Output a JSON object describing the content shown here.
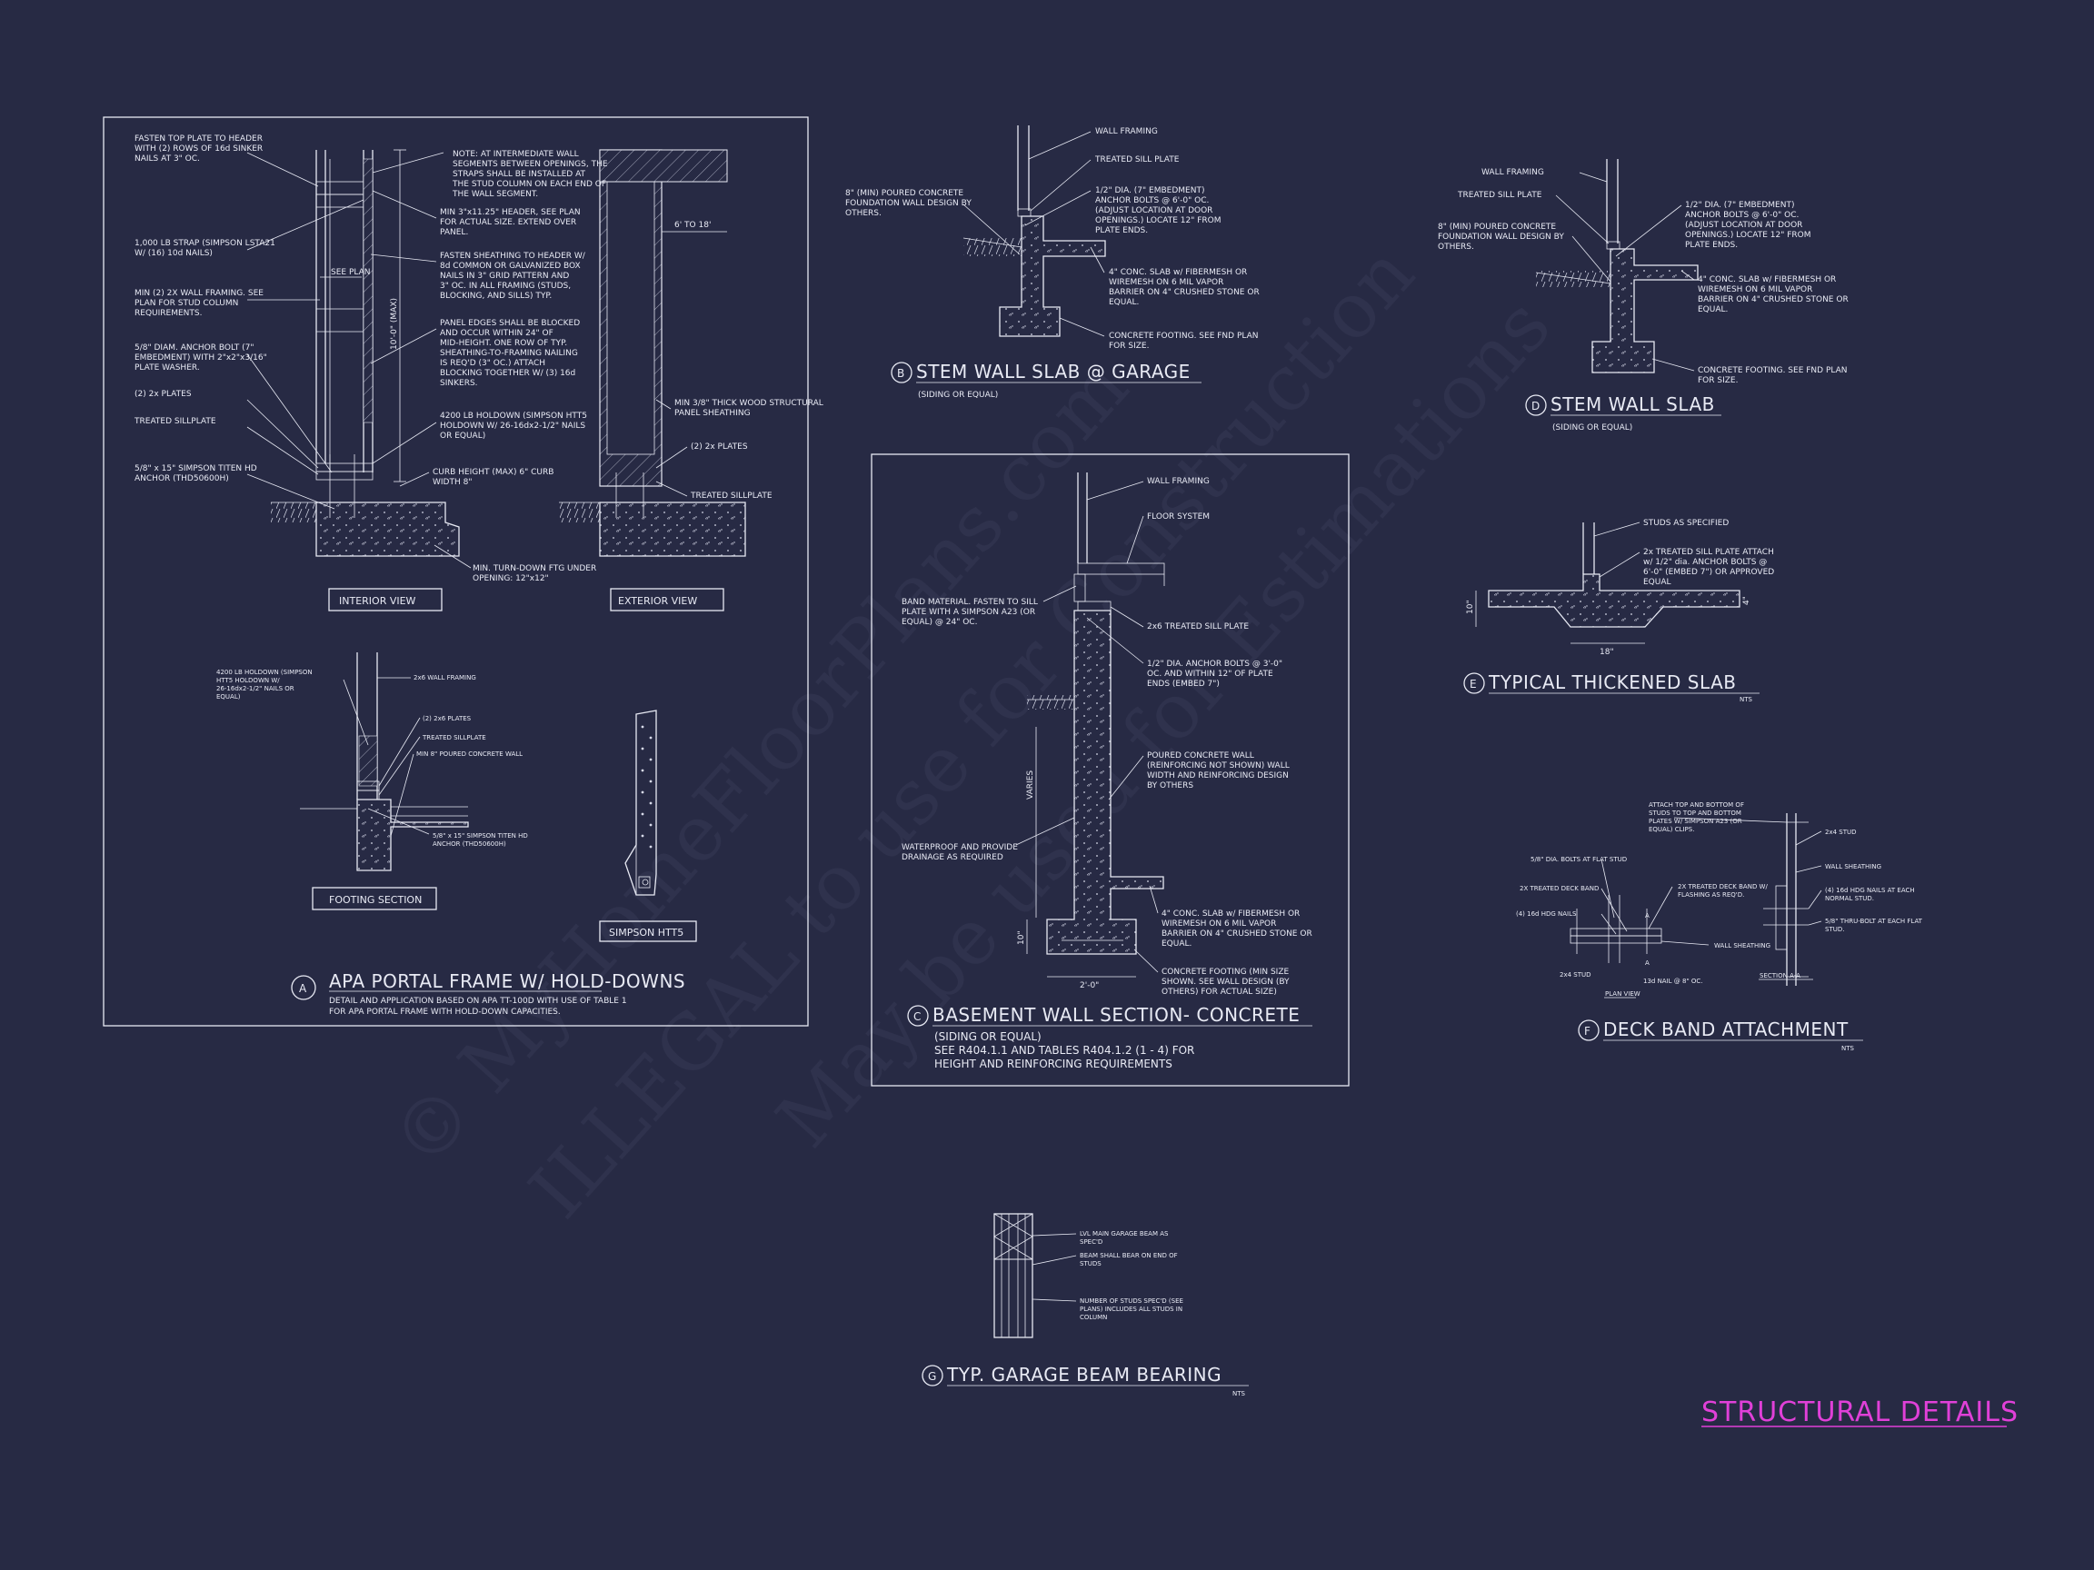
{
  "sheet": {
    "title": "STRUCTURAL DETAILS",
    "title_color": "#e040d8",
    "background": "#272a44",
    "line_color": "#e8eaf4",
    "watermark": {
      "line1": "© MyHomeFloorPlans.com",
      "line2": "ILLEGAL to use for Construction",
      "line3": "May be used for Estimations"
    }
  },
  "detail_a": {
    "letter": "A",
    "title": "APA PORTAL FRAME W/ HOLD-DOWNS",
    "description_1": "DETAIL AND APPLICATION BASED ON APA TT-100D WITH USE OF TABLE 1",
    "description_2": "FOR APA PORTAL FRAME WITH HOLD-DOWN CAPACITIES.",
    "interior_view_label": "INTERIOR VIEW",
    "exterior_view_label": "EXTERIOR VIEW",
    "footing_section_label": "FOOTING SECTION",
    "simpson_label": "SIMPSON HTT5",
    "see_plan": "SEE PLAN",
    "max_height": "10'-0\" (MAX)",
    "dim_6_18": "6' TO 18'",
    "notes_left": [
      "FASTEN TOP PLATE TO HEADER WITH (2) ROWS OF 16d SINKER NAILS AT 3\" OC.",
      "1,000 LB STRAP (SIMPSON LSTA21 W/ (16) 10d NAILS)",
      "MIN (2) 2X WALL FRAMING. SEE PLAN FOR STUD COLUMN REQUIREMENTS.",
      "5/8\" DIAM. ANCHOR BOLT (7\" EMBEDMENT) WITH 2\"x2\"x3/16\" PLATE WASHER.",
      "(2) 2x PLATES",
      "TREATED SILLPLATE",
      "5/8\" x 15\" SIMPSON TITEN HD ANCHOR (THD50600H)"
    ],
    "notes_middle": [
      "NOTE: AT INTERMEDIATE WALL SEGMENTS BETWEEN OPENINGS, THE STRAPS SHALL BE INSTALLED AT THE STUD COLUMN ON EACH END OF THE WALL SEGMENT.",
      "MIN 3\"x11.25\" HEADER, SEE PLAN FOR ACTUAL SIZE. EXTEND OVER PANEL.",
      "FASTEN SHEATHING TO HEADER W/ 8d COMMON OR GALVANIZED BOX NAILS IN 3\" GRID PATTERN AND 3\" OC. IN ALL FRAMING (STUDS, BLOCKING, AND SILLS) TYP.",
      "PANEL EDGES SHALL BE BLOCKED AND OCCUR WITHIN 24\" OF MID-HEIGHT. ONE ROW OF TYP. SHEATHING-TO-FRAMING NAILING IS REQ'D (3\" OC.) ATTACH BLOCKING TOGETHER W/ (3) 16d SINKERS.",
      "4200 LB HOLDOWN (SIMPSON HTT5 HOLDOWN W/ 26-16dx2-1/2\" NAILS OR EQUAL)",
      "CURB HEIGHT (MAX) 6\" CURB WIDTH 8\"",
      "MIN. TURN-DOWN FTG UNDER OPENING: 12\"x12\""
    ],
    "notes_right": [
      "MIN 3/8\" THICK WOOD STRUCTURAL PANEL SHEATHING",
      "(2) 2x PLATES",
      "TREATED SILLPLATE"
    ],
    "notes_footing": [
      "4200 LB HOLDOWN (SIMPSON HTT5 HOLDOWN W/ 26-16dx2-1/2\" NAILS OR EQUAL)",
      "2x6 WALL FRAMING",
      "(2) 2x6 PLATES",
      "TREATED SILLPLATE",
      "MIN 8\" POURED CONCRETE WALL",
      "5/8\" x 15\" SIMPSON TITEN HD ANCHOR (THD50600H)"
    ]
  },
  "detail_b": {
    "letter": "B",
    "title": "STEM WALL SLAB @ GARAGE",
    "subtitle": "(SIDING OR EQUAL)",
    "notes": [
      "WALL FRAMING",
      "TREATED SILL PLATE",
      "1/2\" DIA. (7\" EMBEDMENT) ANCHOR BOLTS @ 6'-0\" OC. (ADJUST LOCATION AT DOOR OPENINGS.) LOCATE 12\" FROM PLATE ENDS.",
      "8\" (MIN) POURED CONCRETE FOUNDATION WALL DESIGN BY OTHERS.",
      "4\" CONC. SLAB w/ FIBERMESH OR WIREMESH ON 6 MIL VAPOR BARRIER ON 4\" CRUSHED STONE OR EQUAL.",
      "CONCRETE FOOTING. SEE FND PLAN FOR SIZE."
    ]
  },
  "detail_c": {
    "letter": "C",
    "title": "BASEMENT WALL SECTION- CONCRETE",
    "subtitle": "(SIDING OR EQUAL)",
    "description_1": "SEE R404.1.1 AND TABLES R404.1.2 (1 - 4) FOR",
    "description_2": "HEIGHT AND REINFORCING REQUIREMENTS",
    "varies": "VARIES",
    "dim_10": "10\"",
    "dim_2_0": "2'-0\"",
    "notes": [
      "WALL FRAMING",
      "FLOOR SYSTEM",
      "BAND MATERIAL. FASTEN TO SILL PLATE WITH A SIMPSON A23 (OR EQUAL) @ 24\" OC.",
      "2x6 TREATED SILL PLATE",
      "1/2\" DIA. ANCHOR BOLTS @ 3'-0\" OC. AND WITHIN 12\" OF PLATE ENDS (EMBED 7\")",
      "POURED CONCRETE WALL (REINFORCING NOT SHOWN) WALL WIDTH AND REINFORCING DESIGN BY OTHERS",
      "WATERPROOF AND PROVIDE DRAINAGE AS REQUIRED",
      "4\" CONC. SLAB w/ FIBERMESH OR WIREMESH ON 6 MIL VAPOR BARRIER ON 4\" CRUSHED STONE OR EQUAL.",
      "CONCRETE FOOTING (MIN SIZE SHOWN. SEE WALL DESIGN (BY OTHERS) FOR ACTUAL SIZE)"
    ]
  },
  "detail_d": {
    "letter": "D",
    "title": "STEM WALL SLAB",
    "subtitle": "(SIDING OR EQUAL)",
    "notes": [
      "WALL FRAMING",
      "TREATED SILL PLATE",
      "1/2\" DIA. (7\" EMBEDMENT) ANCHOR BOLTS @ 6'-0\" OC. (ADJUST LOCATION AT DOOR OPENINGS.) LOCATE 12\" FROM PLATE ENDS.",
      "8\" (MIN) POURED CONCRETE FOUNDATION WALL DESIGN BY OTHERS.",
      "4\" CONC. SLAB w/ FIBERMESH OR WIREMESH ON 6 MIL VAPOR BARRIER ON 4\" CRUSHED STONE OR EQUAL.",
      "CONCRETE FOOTING. SEE FND PLAN FOR SIZE."
    ]
  },
  "detail_e": {
    "letter": "E",
    "title": "TYPICAL THICKENED SLAB",
    "nts": "NTS",
    "dim_18": "18\"",
    "dim_10": "10\"",
    "dim_4": "4\"",
    "notes": [
      "STUDS AS SPECIFIED",
      "2x TREATED SILL PLATE ATTACH w/ 1/2\" dia. ANCHOR BOLTS @ 6'-0\" (EMBED 7\") OR APPROVED EQUAL"
    ]
  },
  "detail_f": {
    "letter": "F",
    "title": "DECK BAND ATTACHMENT",
    "nts": "NTS",
    "plan_view": "PLAN VIEW",
    "section_aa": "SECTION A-A",
    "section_mark": "A",
    "notes": [
      "ATTACH TOP AND BOTTOM OF STUDS TO TOP AND BOTTOM PLATES W/ SIMPSON A23 (OR EQUAL) CLIPS.",
      "5/8\" DIA. BOLTS AT FLAT STUD",
      "2X TREATED DECK BAND",
      "(4) 16d HDG NAILS",
      "2x4 STUD",
      "13d NAIL @ 8\" OC.",
      "2X TREATED DECK BAND W/ FLASHING AS REQ'D.",
      "WALL SHEATHING",
      "2x4 STUD",
      "WALL SHEATHING",
      "(4) 16d HDG NAILS AT EACH NORMAL STUD.",
      "5/8\" THRU-BOLT AT EACH FLAT STUD."
    ]
  },
  "detail_g": {
    "letter": "G",
    "title": "TYP. GARAGE BEAM BEARING",
    "nts": "NTS",
    "notes": [
      "LVL MAIN GARAGE BEAM AS SPEC'D",
      "BEAM SHALL BEAR ON END OF STUDS",
      "NUMBER OF STUDS SPEC'D (SEE PLANS) INCLUDES ALL STUDS IN COLUMN"
    ]
  }
}
